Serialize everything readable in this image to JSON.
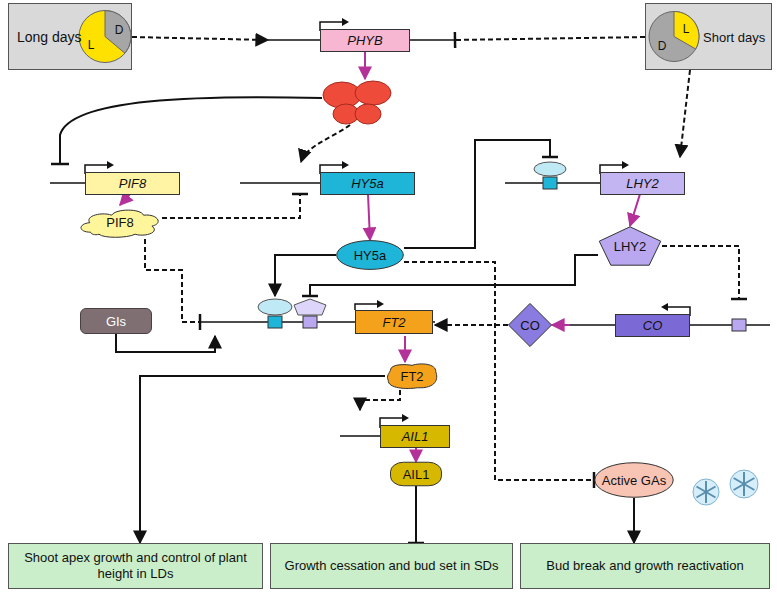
{
  "diagram": {
    "nodes": [
      {
        "text": [
          "Long days",
          "L",
          "D"
        ]
      },
      {
        "text": [
          "PHYB"
        ]
      },
      {
        "text": [
          "Short days",
          "L",
          "D"
        ]
      },
      {
        "text": [
          "PIF8"
        ]
      },
      {
        "text": [
          "HY5a"
        ]
      },
      {
        "text": [
          "LHY2"
        ]
      },
      {
        "text": [
          "PIF8"
        ]
      },
      {
        "text": [
          "HY5a"
        ]
      },
      {
        "text": [
          "LHY2"
        ]
      },
      {
        "text": [
          "GIs"
        ]
      },
      {
        "text": [
          "FT2"
        ]
      },
      {
        "text": [
          "CO"
        ]
      },
      {
        "text": [
          "CO"
        ]
      },
      {
        "text": [
          "FT2"
        ]
      },
      {
        "text": [
          "AIL1"
        ]
      },
      {
        "text": [
          "AIL1"
        ]
      },
      {
        "text": [
          "Active GAs"
        ]
      },
      {
        "text": [
          "Shoot apex growth and control of plant height in LDs"
        ]
      },
      {
        "text": [
          "Growth cessation and bud set in SDs"
        ]
      },
      {
        "text": [
          "Bud break and growth reactivation"
        ]
      }
    ],
    "edges": [
      {
        "from": 0,
        "to": 1,
        "arrow": "to"
      },
      {
        "from": 2,
        "to": 1,
        "arrow": "to"
      },
      {
        "from": 2,
        "to": 5,
        "arrow": "to"
      },
      {
        "from": 3,
        "to": 6,
        "arrow": "to"
      },
      {
        "from": 4,
        "to": 7,
        "arrow": "to"
      },
      {
        "from": 5,
        "to": 8,
        "arrow": "to"
      },
      {
        "from": 6,
        "to": 4,
        "arrow": "to"
      },
      {
        "from": 6,
        "to": 10,
        "arrow": "to"
      },
      {
        "from": 7,
        "to": 10,
        "arrow": "to"
      },
      {
        "from": 7,
        "to": 5,
        "arrow": "to"
      },
      {
        "from": 8,
        "to": 10,
        "arrow": "to"
      },
      {
        "from": 8,
        "to": 12,
        "arrow": "to"
      },
      {
        "from": 12,
        "to": 11,
        "arrow": "to"
      },
      {
        "from": 11,
        "to": 10,
        "arrow": "to"
      },
      {
        "from": 9,
        "to": 10,
        "arrow": "to"
      },
      {
        "from": 10,
        "to": 13,
        "arrow": "to"
      },
      {
        "from": 13,
        "to": 14,
        "arrow": "to"
      },
      {
        "from": 13,
        "to": 17,
        "arrow": "to"
      },
      {
        "from": 14,
        "to": 15,
        "arrow": "to"
      },
      {
        "from": 15,
        "to": 18,
        "arrow": "to"
      },
      {
        "from": 7,
        "to": 16,
        "arrow": "to"
      },
      {
        "from": 16,
        "to": 19,
        "arrow": "to"
      }
    ]
  }
}
